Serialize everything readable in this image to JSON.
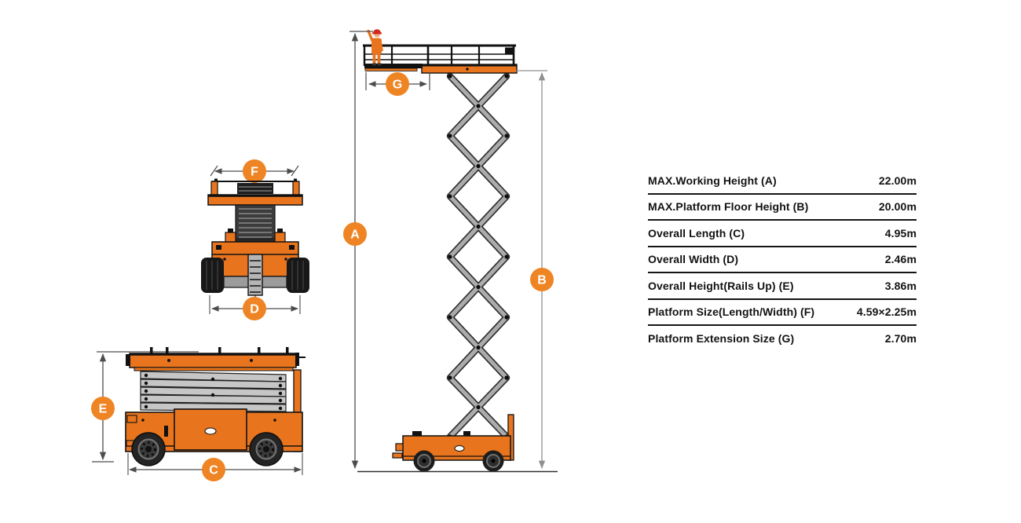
{
  "colors": {
    "machine_orange": "#E8751E",
    "badge_orange": "#EE8424",
    "scissor_gray": "#ABABAB",
    "slat_gray": "#C6C6C6",
    "outline_black": "#111111",
    "dim_line_dark": "#4D4D4D",
    "dim_line_light": "#909090",
    "helmet_red": "#CF2A1B",
    "text_black": "#121212"
  },
  "dim_labels": {
    "a": "A",
    "b": "B",
    "c": "C",
    "d": "D",
    "e": "E",
    "f": "F",
    "g": "G"
  },
  "spec_table": {
    "rows": [
      {
        "label": "MAX.Working Height (A)",
        "value": "22.00m"
      },
      {
        "label": "MAX.Platform Floor Height (B)",
        "value": "20.00m"
      },
      {
        "label": "Overall Length (C)",
        "value": "4.95m"
      },
      {
        "label": "Overall Width (D)",
        "value": "2.46m"
      },
      {
        "label": "Overall Height(Rails Up) (E)",
        "value": "3.86m"
      },
      {
        "label": "Platform Size(Length/Width) (F)",
        "value": "4.59×2.25m"
      },
      {
        "label": "Platform Extension Size (G)",
        "value": "2.70m"
      }
    ]
  }
}
